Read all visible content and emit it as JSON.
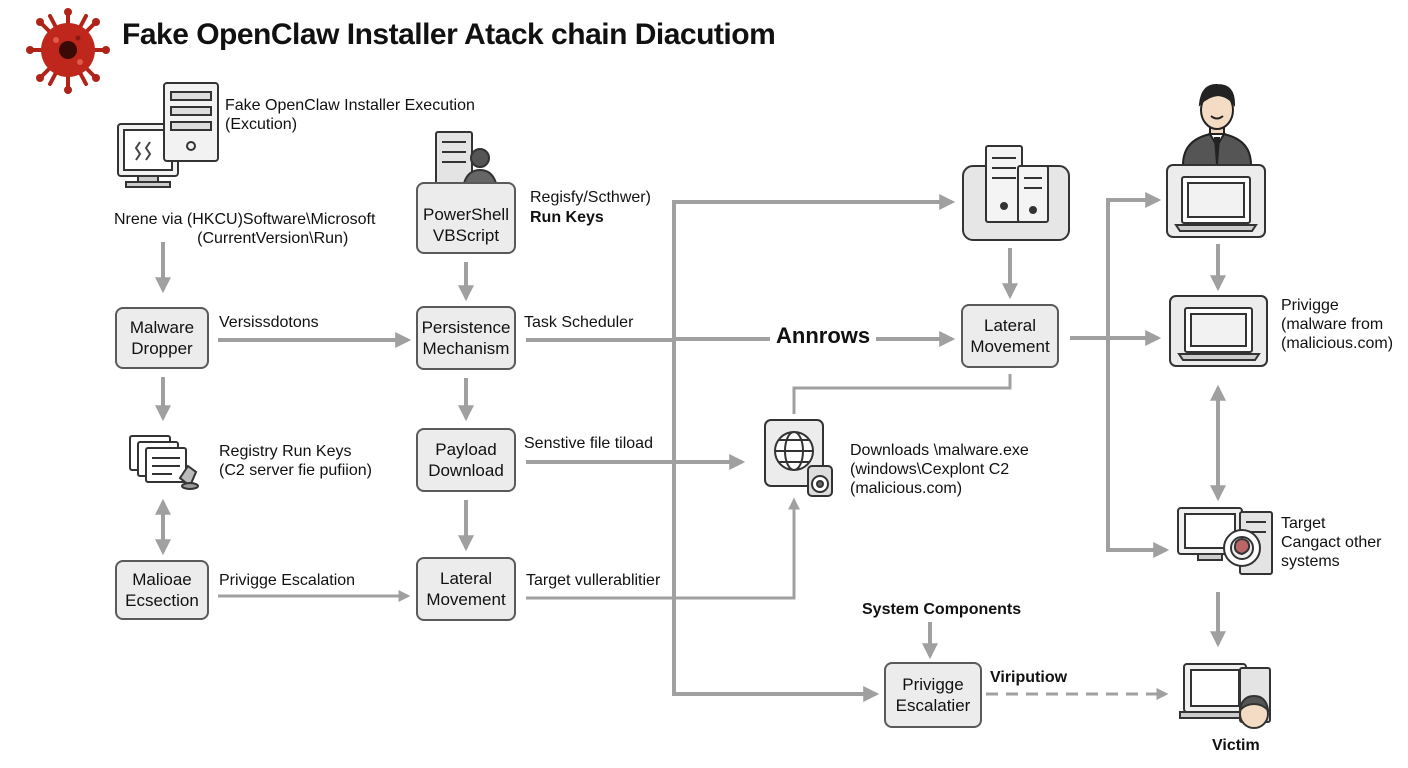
{
  "title": "Fake OpenClaw Installer Atack chain Diacutiom",
  "colors": {
    "arrow": "#a0a0a0",
    "node_fill": "#ececec",
    "node_border": "#5a5a5a",
    "virus": "#c0271c"
  },
  "icons": [
    "virus-icon",
    "computer-server-icon",
    "server-person-icon",
    "documents-icon",
    "server-icon",
    "globe-malware-icon",
    "businessman-icon",
    "laptop-icon",
    "target-computer-icon",
    "victim-computer-icon"
  ],
  "nodes": {
    "malware_dropper": [
      "Malware",
      "Dropper"
    ],
    "powershell": [
      "PowerShell",
      "VBScript"
    ],
    "persistence": [
      "Persistence",
      "Mechanism"
    ],
    "payload_download": [
      "Payload",
      "Download"
    ],
    "malioae": [
      "Malioae",
      "Ecsection"
    ],
    "lateral_mid": [
      "Lateral",
      "Movement"
    ],
    "lateral_right": [
      "Lateral",
      "Movement"
    ],
    "privilege_bottom": [
      "Privigge",
      "Escalatier"
    ]
  },
  "labels": {
    "installer": [
      "Fake OpenClaw Installer Execution",
      "(Excution)"
    ],
    "registry_path": [
      "Nrene via (HKCU)Software\\Microsoft",
      "(CurrentVersion\\Run)"
    ],
    "registry_software": "Regisfy/Scthwer)",
    "run_keys": "Run Keys",
    "versissdotons": "Versissdotons",
    "task_scheduler": "Task Scheduler",
    "annrows": "Annrows",
    "registry_run_keys": [
      "Registry Run Keys",
      "(C2 server fie pufiion)"
    ],
    "sensitive_file": "Senstive file tiload",
    "downloads": [
      "Downloads \\malware.exe",
      "(windows\\Cexplont C2",
      "(malicious.com)"
    ],
    "privilege_escalation": "Privigge Escalation",
    "target_vulnerabilities": "Target vullerablitier",
    "system_components": "System Components",
    "viriputiow": "Viriputiow",
    "privilege_right": [
      "Privigge",
      "(malware from",
      "(malicious.com)"
    ],
    "target": [
      "Target",
      "Cangact other",
      "systems"
    ],
    "victim": "Victim"
  }
}
